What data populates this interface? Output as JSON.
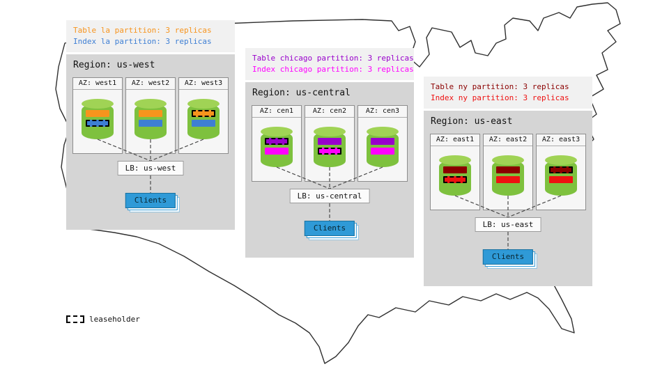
{
  "palette": {
    "cylinder_body": "#7EC13E",
    "cylinder_top": "#A0D355",
    "region_panel_bg": "#D5D5D5",
    "az_box_bg": "#F6F6F6",
    "caption_bg": "#F1F1F1",
    "clients_blue": "#2F9AD7"
  },
  "legend": {
    "label": "leaseholder"
  },
  "regions": [
    {
      "id": "us-west",
      "caption_table": "Table la partition: 3 replicas",
      "caption_index": "Index la partition: 3 replicas",
      "table_color": "#F7941D",
      "index_color": "#3E7FD4",
      "title": "Region: us-west",
      "lb_label": "LB: us-west",
      "clients_label": "Clients",
      "azs": [
        {
          "label": "AZ: west1",
          "table_leaseholder": false,
          "index_leaseholder": true
        },
        {
          "label": "AZ: west2",
          "table_leaseholder": false,
          "index_leaseholder": false
        },
        {
          "label": "AZ: west3",
          "table_leaseholder": true,
          "index_leaseholder": false
        }
      ]
    },
    {
      "id": "us-central",
      "caption_table": "Table chicago partition: 3 replicas",
      "caption_index": "Index chicago partition: 3 replicas",
      "table_color": "#9900CC",
      "index_color": "#FF00FF",
      "title": "Region: us-central",
      "lb_label": "LB: us-central",
      "clients_label": "Clients",
      "azs": [
        {
          "label": "AZ: cen1",
          "table_leaseholder": true,
          "index_leaseholder": false
        },
        {
          "label": "AZ: cen2",
          "table_leaseholder": false,
          "index_leaseholder": true
        },
        {
          "label": "AZ: cen3",
          "table_leaseholder": false,
          "index_leaseholder": false
        }
      ]
    },
    {
      "id": "us-east",
      "caption_table": "Table ny partition: 3 replicas",
      "caption_index": "Index ny partition: 3 replicas",
      "table_color": "#8B0000",
      "index_color": "#EE1111",
      "title": "Region: us-east",
      "lb_label": "LB: us-east",
      "clients_label": "Clients",
      "azs": [
        {
          "label": "AZ: east1",
          "table_leaseholder": false,
          "index_leaseholder": true
        },
        {
          "label": "AZ: east2",
          "table_leaseholder": false,
          "index_leaseholder": false
        },
        {
          "label": "AZ: east3",
          "table_leaseholder": true,
          "index_leaseholder": false
        }
      ]
    }
  ]
}
